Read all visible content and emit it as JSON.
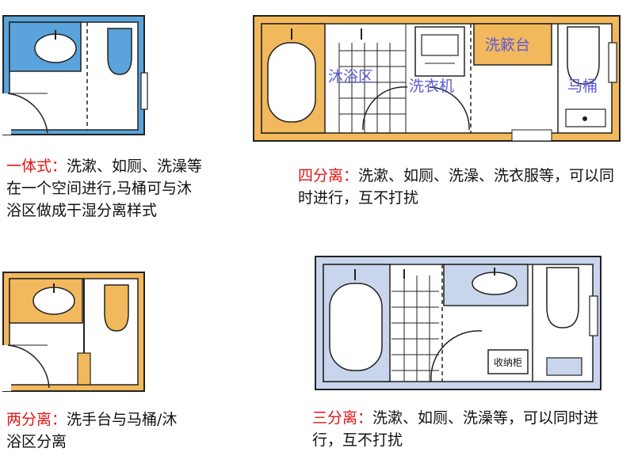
{
  "colors": {
    "wall_blue": "#5aa3db",
    "wall_yellow": "#f2b85c",
    "wall_lightblue": "#c9d5ec",
    "label_text": "#5b5bd6",
    "highlight_text": "#e21414",
    "body_text": "#111111"
  },
  "plans": {
    "one_piece": {
      "caption_highlight": "一体式：",
      "caption_text": "洗漱、如厕、洗澡等在一个空间进行,马桶可与沐浴区做成干湿分离样式"
    },
    "two_sep": {
      "caption_highlight": "两分离：",
      "caption_text": "洗手台与马桶/沐浴区分离"
    },
    "four_sep": {
      "caption_highlight": "四分离：",
      "caption_text": "洗漱、如厕、洗澡、洗衣服等，可以同时进行，互不打扰",
      "labels": {
        "shower": "沐浴区",
        "washer": "洗衣机",
        "sink": "洗簌台",
        "toilet": "马桶"
      }
    },
    "three_sep": {
      "caption_highlight": "三分离：",
      "caption_text": "洗漱、如厕、洗澡等，可以同时进行，互不打扰",
      "labels": {
        "cabinet": "收纳柜"
      }
    }
  }
}
